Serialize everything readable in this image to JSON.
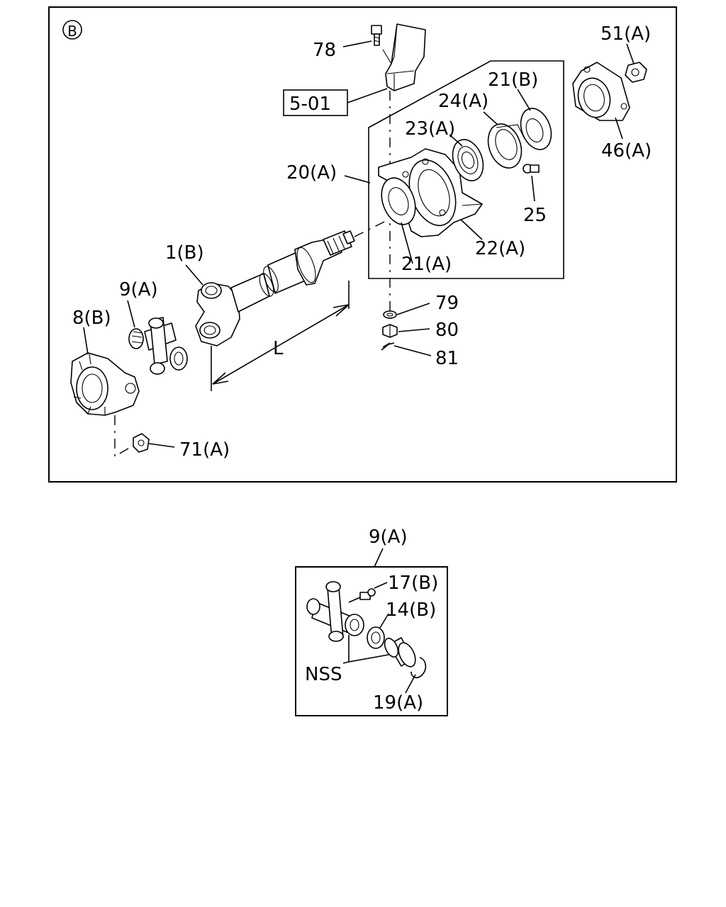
{
  "main_view": {
    "view_marker": "B",
    "labels": {
      "p78": "78",
      "p5_01": "5-01",
      "p51a": "51(A)",
      "p21b": "21(B)",
      "p24a": "24(A)",
      "p23a": "23(A)",
      "p46a": "46(A)",
      "p20a": "20(A)",
      "p25": "25",
      "p22a": "22(A)",
      "p1b": "1(B)",
      "p21a": "21(A)",
      "p9a": "9(A)",
      "p8b": "8(B)",
      "p79": "79",
      "p80": "80",
      "p81": "81",
      "dim_l": "L",
      "p71a": "71(A)"
    }
  },
  "detail_view": {
    "title": "9(A)",
    "labels": {
      "p17b": "17(B)",
      "p14b": "14(B)",
      "nss": "NSS",
      "p19a": "19(A)"
    }
  }
}
